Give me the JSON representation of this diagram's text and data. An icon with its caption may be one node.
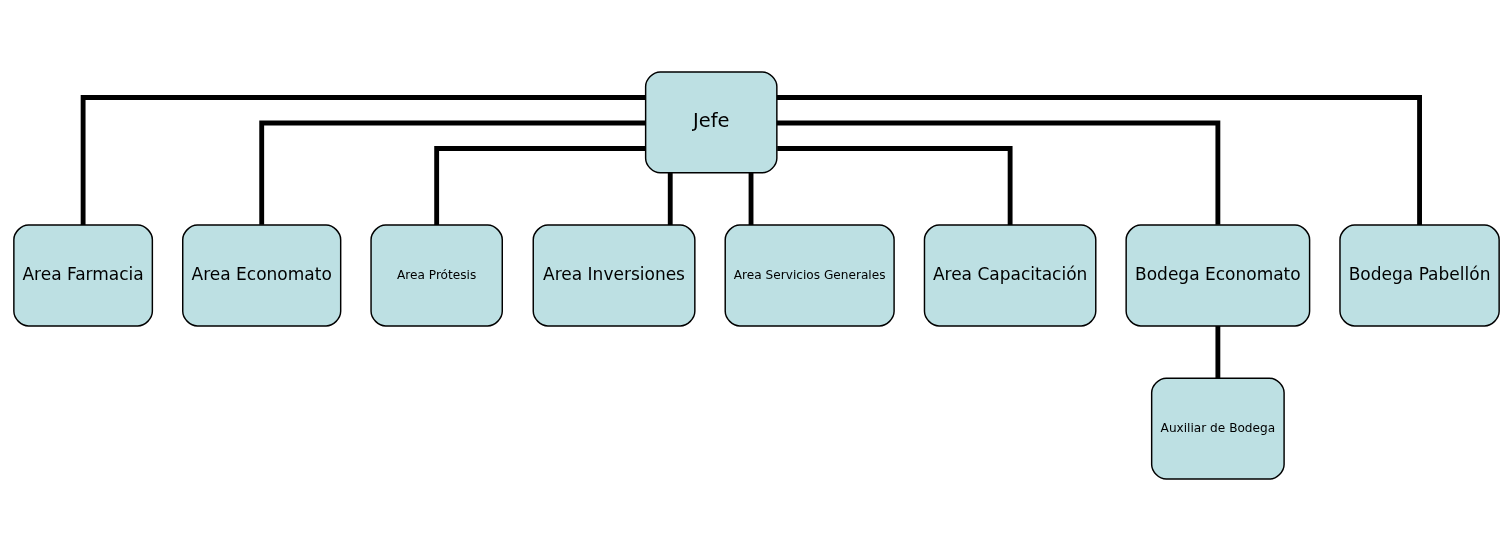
{
  "diagram": {
    "nodes": [
      {
        "text": [
          "Jefe"
        ]
      },
      {
        "text": [
          "Area Farmacia"
        ]
      },
      {
        "text": [
          "Area Economato"
        ]
      },
      {
        "text": [
          "Area Prótesis"
        ]
      },
      {
        "text": [
          "Area Inversiones"
        ]
      },
      {
        "text": [
          "Area Servicios Generales"
        ]
      },
      {
        "text": [
          "Area Capacitación"
        ]
      },
      {
        "text": [
          "Bodega Economato"
        ]
      },
      {
        "text": [
          "Bodega Pabellón"
        ]
      },
      {
        "text": [
          "Auxiliar de Bodega"
        ]
      }
    ],
    "edges": [
      {
        "from": 0,
        "to": 1,
        "arrow": "none"
      },
      {
        "from": 0,
        "to": 2,
        "arrow": "none"
      },
      {
        "from": 0,
        "to": 3,
        "arrow": "none"
      },
      {
        "from": 0,
        "to": 4,
        "arrow": "none"
      },
      {
        "from": 0,
        "to": 5,
        "arrow": "none"
      },
      {
        "from": 0,
        "to": 6,
        "arrow": "none"
      },
      {
        "from": 0,
        "to": 7,
        "arrow": "none"
      },
      {
        "from": 0,
        "to": 8,
        "arrow": "none"
      },
      {
        "from": 7,
        "to": 9,
        "arrow": "none"
      }
    ]
  }
}
